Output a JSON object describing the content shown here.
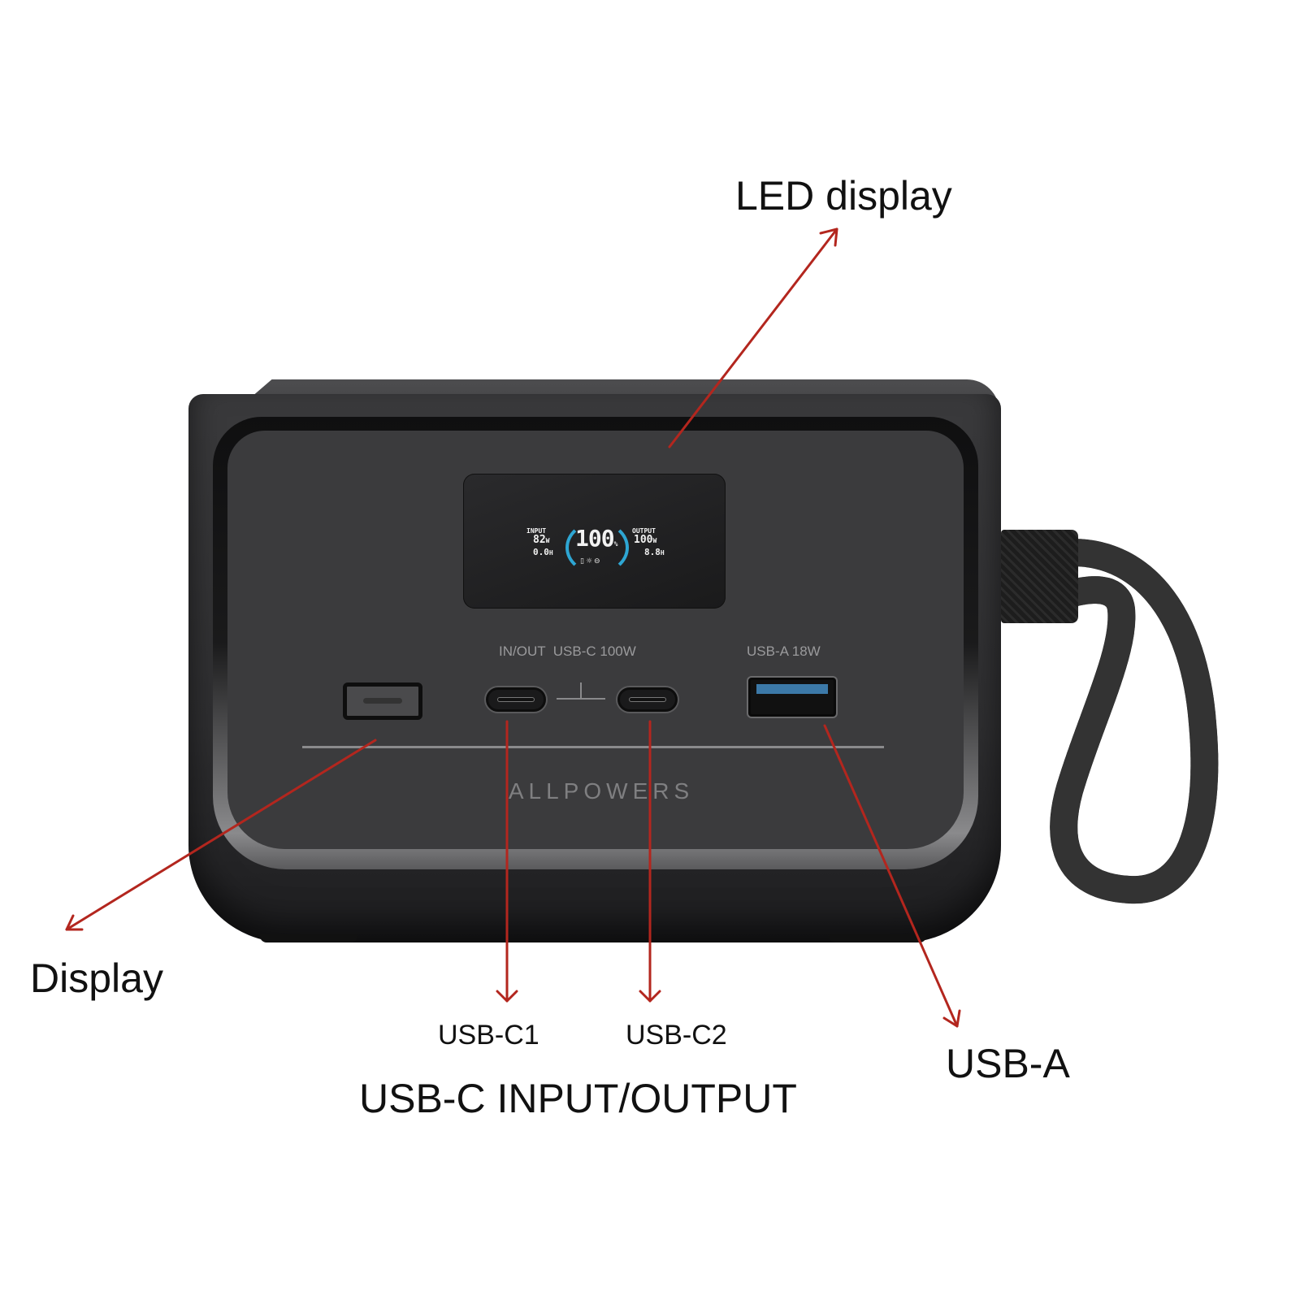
{
  "annotations": {
    "led_display": "LED display",
    "display": "Display",
    "usb_c1": "USB-C1",
    "usb_c2": "USB-C2",
    "usb_a": "USB-A",
    "usb_c_group": "USB-C INPUT/OUTPUT"
  },
  "device": {
    "brand": "ALLPOWERS",
    "ports_label_left": "IN/OUT  USB-C 100W",
    "ports_label_right": "USB-A 18W",
    "lcd": {
      "input_label": "INPUT",
      "input_watts": "82",
      "input_watts_unit": "W",
      "input_hours": "0.0",
      "input_hours_unit": "H",
      "battery_percent": "100",
      "percent_unit": "%",
      "output_label": "OUTPUT",
      "output_watts": "100",
      "output_watts_unit": "W",
      "output_hours": "8.8",
      "output_hours_unit": "H",
      "status_icons": [
        "battery-icon",
        "light-icon",
        "eco-icon"
      ]
    }
  },
  "colors": {
    "arrow": "#b3261e",
    "lcd_ring": "#2ea6d3",
    "usb_a_blue": "#3c79a8"
  }
}
